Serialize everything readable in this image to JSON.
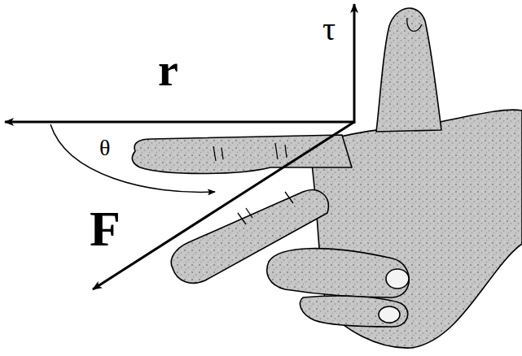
{
  "diagram": {
    "labels": [
      "τ",
      "r",
      "θ",
      "F"
    ]
  }
}
